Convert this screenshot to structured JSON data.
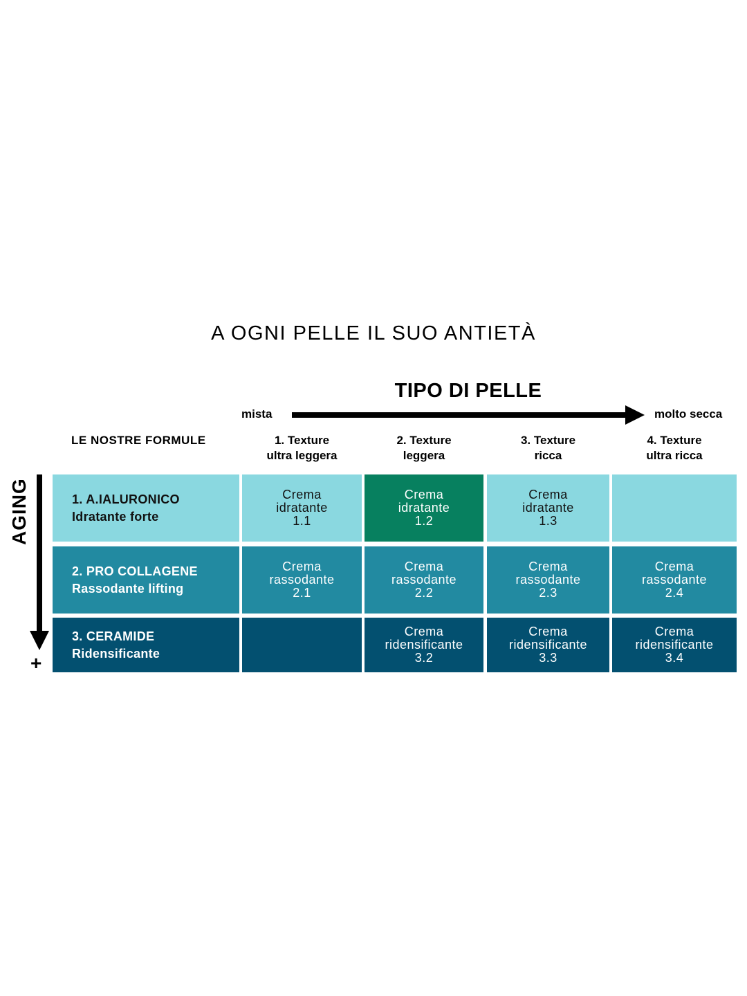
{
  "title": "A OGNI PELLE IL SUO ANTIETÀ",
  "axis": {
    "title": "TIPO DI PELLE",
    "start": "mista",
    "end": "molto secca",
    "vertical_label": "AGING",
    "vertical_end": "+"
  },
  "formulas_header": "LE NOSTRE FORMULE",
  "columns": [
    {
      "line1": "1. Texture",
      "line2": "ultra leggera"
    },
    {
      "line1": "2. Texture",
      "line2": "leggera"
    },
    {
      "line1": "3. Texture",
      "line2": "ricca"
    },
    {
      "line1": "4. Texture",
      "line2": "ultra ricca"
    }
  ],
  "rows": [
    {
      "name": "1. A.IALURONICO",
      "subtitle": "Idratante forte",
      "cells": [
        {
          "line1": "Crema",
          "line2": "idratante",
          "code": "1.1"
        },
        {
          "line1": "Crema",
          "line2": "idratante",
          "code": "1.2"
        },
        {
          "line1": "Crema",
          "line2": "idratante",
          "code": "1.3"
        },
        {
          "line1": "",
          "line2": "",
          "code": ""
        }
      ]
    },
    {
      "name": "2. PRO COLLAGENE",
      "subtitle": "Rassodante lifting",
      "cells": [
        {
          "line1": "Crema",
          "line2": "rassodante",
          "code": "2.1"
        },
        {
          "line1": "Crema",
          "line2": "rassodante",
          "code": "2.2"
        },
        {
          "line1": "Crema",
          "line2": "rassodante",
          "code": "2.3"
        },
        {
          "line1": "Crema",
          "line2": "rassodante",
          "code": "2.4"
        }
      ]
    },
    {
      "name": "3. CERAMIDE",
      "subtitle": "Ridensificante",
      "cells": [
        {
          "line1": "",
          "line2": "",
          "code": ""
        },
        {
          "line1": "Crema",
          "line2": "ridensificante",
          "code": "3.2"
        },
        {
          "line1": "Crema",
          "line2": "ridensificante",
          "code": "3.3"
        },
        {
          "line1": "Crema",
          "line2": "ridensificante",
          "code": "3.4"
        }
      ]
    }
  ],
  "colors": {
    "row1": "#8ad8e0",
    "highlight": "#07805f",
    "row2": "#228aa1",
    "row3": "#035070"
  }
}
